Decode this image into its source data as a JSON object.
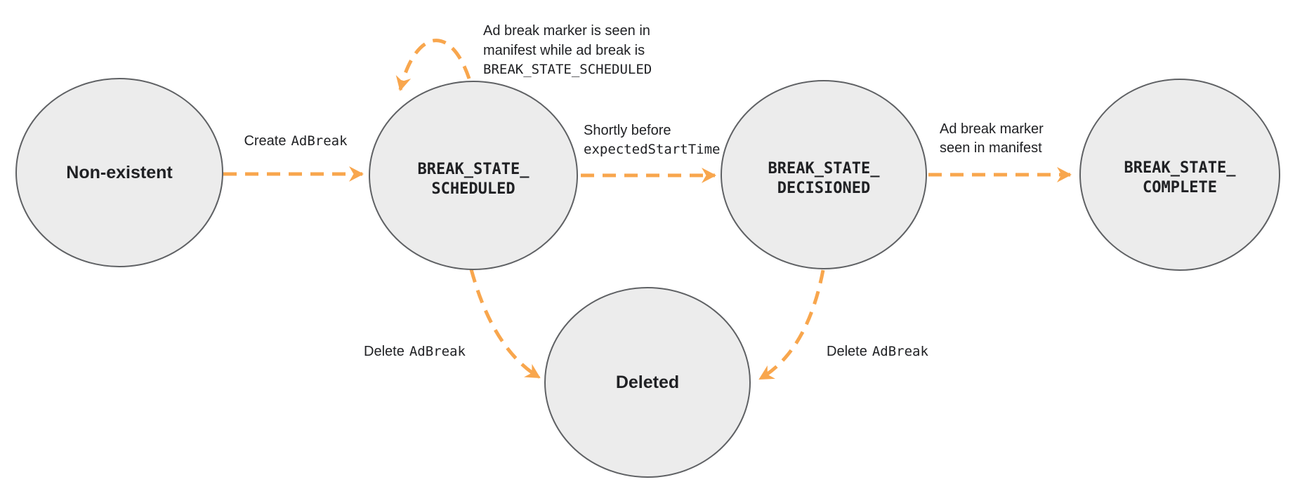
{
  "colors": {
    "arrow": "#f8a64d",
    "node_fill": "#ececec",
    "node_stroke": "#5f6164",
    "text": "#202124"
  },
  "states": {
    "non_existent": {
      "label": "Non-existent"
    },
    "scheduled": {
      "line1": "BREAK_STATE_",
      "line2": "SCHEDULED"
    },
    "decisioned": {
      "line1": "BREAK_STATE_",
      "line2": "DECISIONED"
    },
    "complete": {
      "line1": "BREAK_STATE_",
      "line2": "COMPLETE"
    },
    "deleted": {
      "label": "Deleted"
    }
  },
  "transitions": {
    "create": {
      "text": "Create",
      "code": "AdBreak"
    },
    "self_loop": {
      "line1": "Ad break marker is seen in",
      "line2": "manifest while ad break is",
      "code": "BREAK_STATE_SCHEDULED"
    },
    "shortly_before": {
      "text": "Shortly before",
      "code": "expectedStartTime"
    },
    "marker_seen": {
      "line1": "Ad break marker",
      "line2": "seen in manifest"
    },
    "delete_left": {
      "text": "Delete",
      "code": "AdBreak"
    },
    "delete_right": {
      "text": "Delete",
      "code": "AdBreak"
    }
  }
}
